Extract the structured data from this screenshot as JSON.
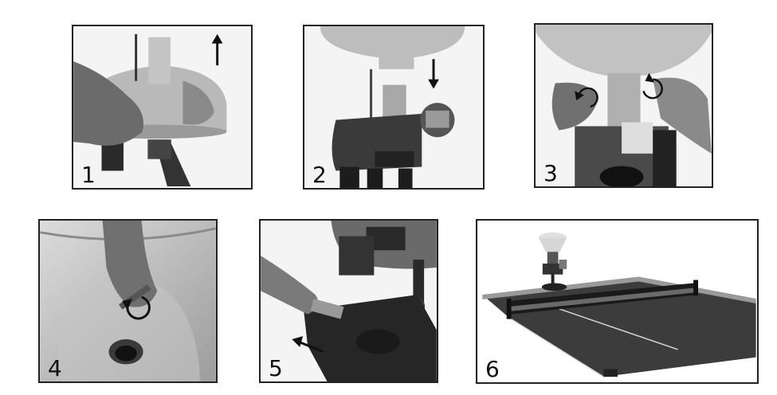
{
  "steps": [
    {
      "number": "1"
    },
    {
      "number": "2"
    },
    {
      "number": "3"
    },
    {
      "number": "4"
    },
    {
      "number": "5"
    },
    {
      "number": "6"
    }
  ],
  "icons": {
    "arrow_up": "arrow-up-icon",
    "arrow_down": "arrow-down-icon",
    "arrow_left": "arrow-left-icon",
    "rotate": "rotate-icon"
  },
  "colors": {
    "border": "#222222",
    "background": "#ffffff",
    "metal_light": "#c8c8c8",
    "metal_dark": "#3a3a3a",
    "table": "#3c3c3c"
  }
}
